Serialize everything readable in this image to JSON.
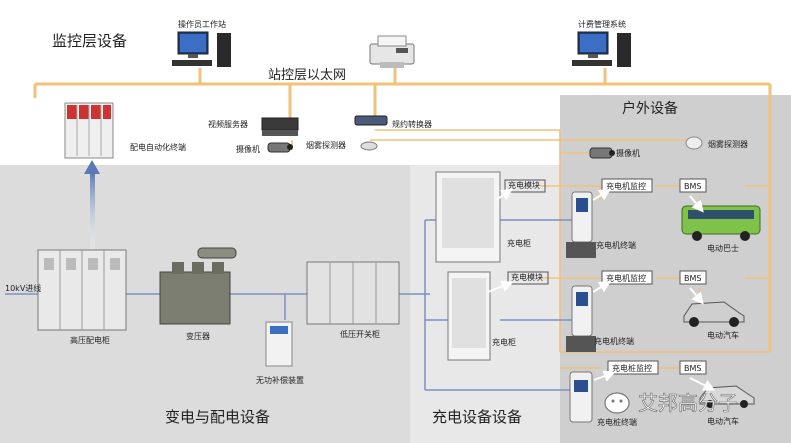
{
  "sections": {
    "monitor_layer": "监控层设备",
    "outdoor": "户外设备",
    "power_dist": "变电与配电设备",
    "charging": "充电设备设备"
  },
  "network": {
    "ethernet_label": "站控层以太网"
  },
  "devices": {
    "operator_station": "操作员工作站",
    "billing_system": "计费管理系统",
    "dist_automation": "配电自动化终端",
    "video_server": "视频服务器",
    "protocol_converter": "规约转换器",
    "camera_1": "摄像机",
    "smoke_detector_1": "烟雾探测器",
    "camera_2": "摄像机",
    "smoke_detector_2": "烟雾探测器",
    "line_10kv": "10kV进线",
    "hv_cabinet": "高压配电柜",
    "transformer": "变压器",
    "reactive_comp": "无功补偿装置",
    "lv_switchgear": "低压开关柜",
    "charge_module_1": "充电模块",
    "charger_cabinet_1": "充电柜",
    "charge_module_2": "充电模块",
    "charger_cabinet_2": "充电柜",
    "charger_monitor_1": "充电机监控",
    "charger_monitor_2": "充电机监控",
    "pile_monitor": "充电桩监控",
    "bms_1": "BMS",
    "bms_2": "BMS",
    "bms_3": "BMS",
    "charger_terminal_1": "充电机终端",
    "charger_terminal_2": "充电机终端",
    "pile_terminal": "充电桩终端",
    "ev_bus": "电动巴士",
    "ev_car_1": "电动汽车",
    "ev_car_2": "电动汽车"
  },
  "watermark": "艾邦高分子",
  "colors": {
    "bus_line": "#f0c27a",
    "blue_line": "#7e8fc4",
    "panel_dark": "#c9c9c9",
    "panel_light": "#e3e3e3",
    "arrow_blue": "#4a6aa8"
  },
  "icons": [
    "computer-icon",
    "printer-icon",
    "server-icon",
    "camera-icon",
    "smoke-detector-icon",
    "bus-icon",
    "car-icon",
    "wechat-icon"
  ]
}
